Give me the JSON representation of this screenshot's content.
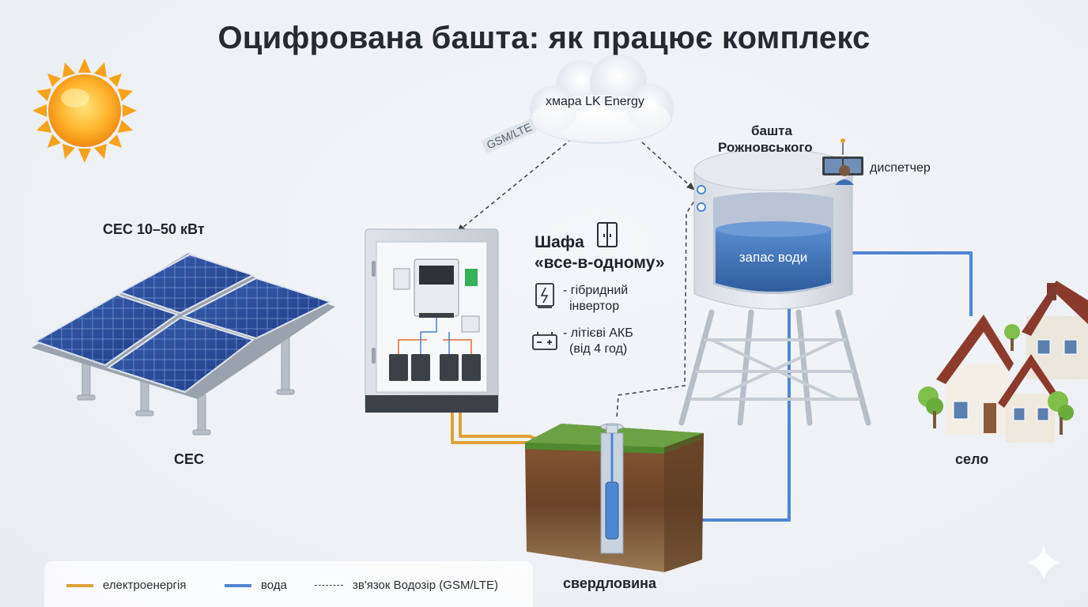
{
  "title": "Оцифрована башта: як працює комплекс",
  "labels": {
    "solar_power": "СЕС 10–50 кВт",
    "solar": "СЕС",
    "cloud": "хмара LK Energy",
    "cloud_link": "GSM/LTE",
    "cabinet_title_1": "Шафа",
    "cabinet_title_2": "«все-в-одному»",
    "inverter_1": "- гібридний",
    "inverter_2": "інвертор",
    "battery_1": "- літієві АКБ",
    "battery_2": "(від 4 год)",
    "tower_1": "башта",
    "tower_2": "Рожновського",
    "dispatcher": "диспетчер",
    "water_reserve": "запас води",
    "village": "село",
    "well": "свердловина"
  },
  "icons": {
    "sun": "sun-icon",
    "cabinet": "cabinet-icon",
    "inverter": "inverter-icon",
    "battery": "battery-icon",
    "dispatcher": "dispatcher-monitor-icon",
    "sparkle": "sparkle-icon"
  },
  "legend": [
    {
      "label": "електроенергія",
      "style": "solid",
      "color": "#e0a13a"
    },
    {
      "label": "вода",
      "style": "solid",
      "color": "#4f86d1"
    },
    {
      "label": "зв'язок Водозір (GSM/LTE)",
      "style": "dashed",
      "color": "#3a3f46"
    }
  ],
  "colors": {
    "energy": "#e0a13a",
    "water": "#4f86d1",
    "link": "#3a3f46",
    "tank_water": "#3f6fae"
  }
}
